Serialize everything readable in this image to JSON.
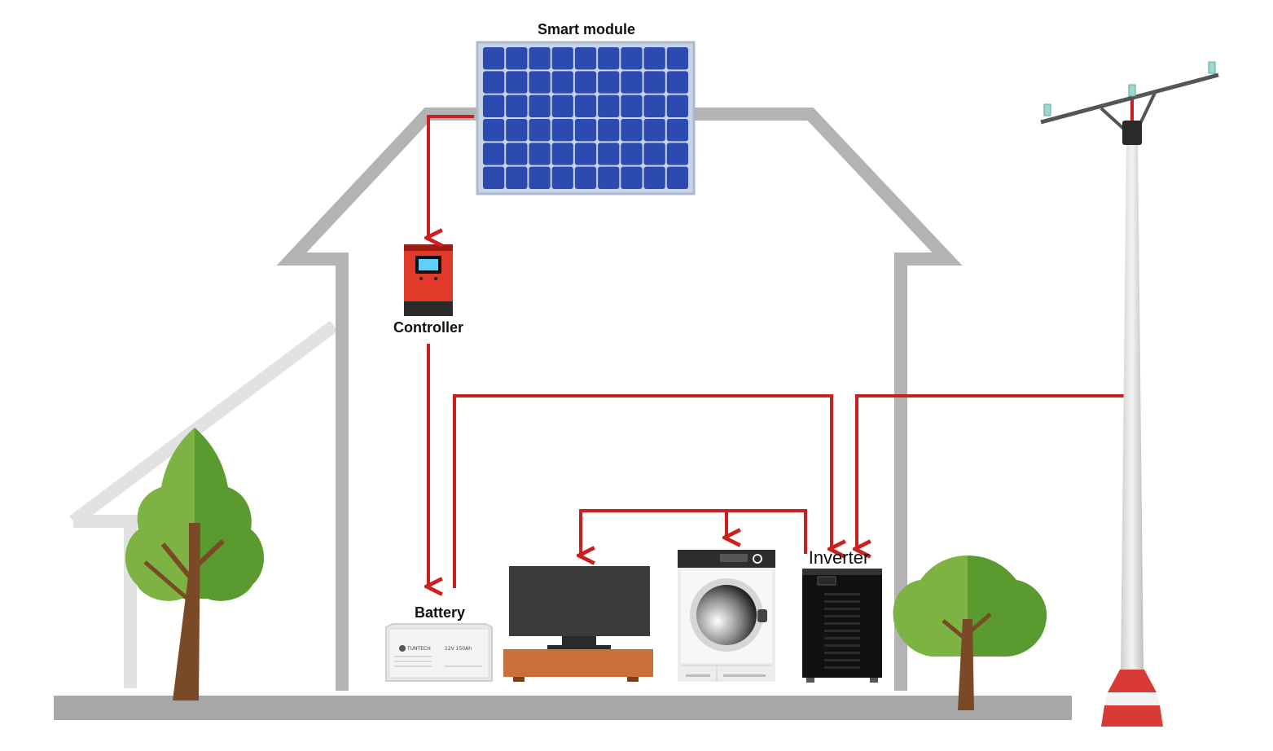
{
  "labels": {
    "smart_module": "Smart module",
    "controller": "Controller",
    "battery": "Battery",
    "inverter": "Inverter"
  },
  "battery_print": {
    "brand": "TUNTECH",
    "spec": "12V  150Ah"
  },
  "colors": {
    "wire": "#cc1f1f",
    "house_outline": "#b3b3b3",
    "ground": "#a8a8a8",
    "panel_cell": "#2b4bb0",
    "controller_body": "#e23a2a",
    "tree_light": "#7cb342",
    "tree_dark": "#5a9a2e",
    "trunk": "#7a4a26"
  },
  "icons": [
    "solar-panel-icon",
    "charge-controller-icon",
    "battery-icon",
    "tv-icon",
    "washing-machine-icon",
    "inverter-icon",
    "tree-icon",
    "utility-pole-icon"
  ]
}
